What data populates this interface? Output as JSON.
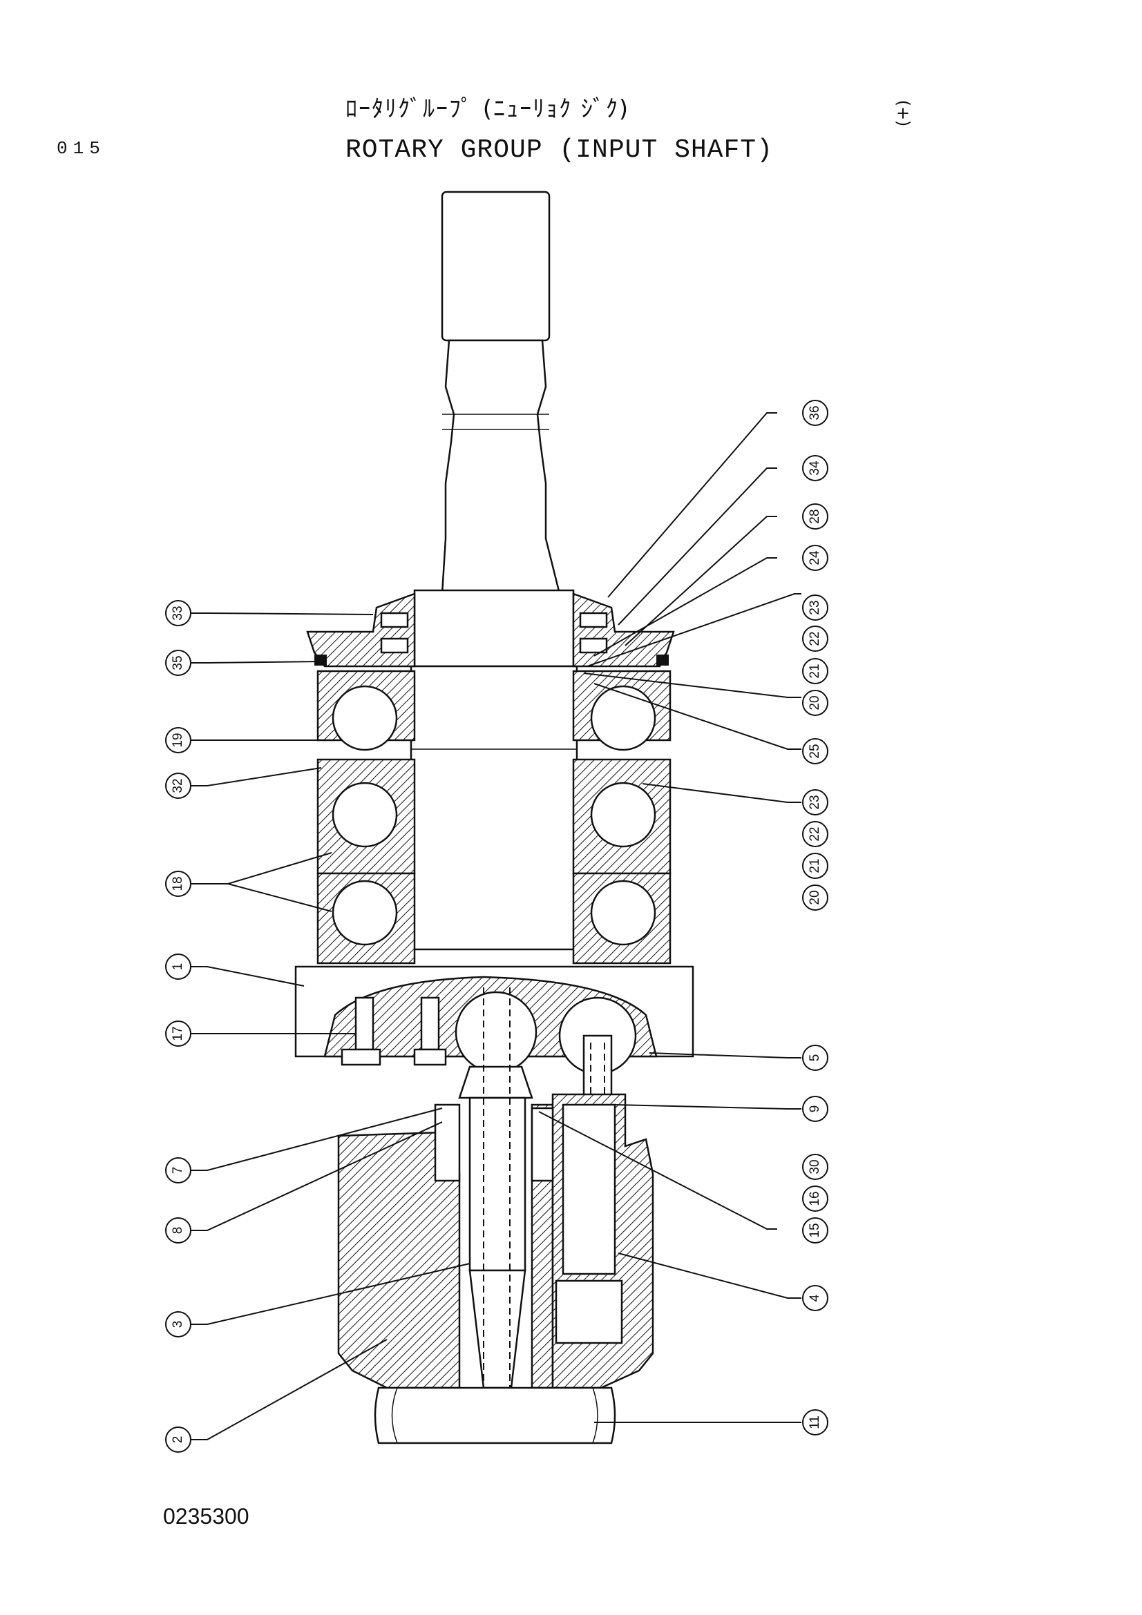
{
  "header": {
    "page_number": "015",
    "title_jp": "ﾛｰﾀﾘｸﾞﾙｰﾌﾟ (ﾆｭｰﾘｮｸ ｼﾞｸ)",
    "title_en": "ROTARY GROUP (INPUT SHAFT)",
    "corner_mark": "(+)"
  },
  "footer": {
    "drawing_code": "0235300"
  },
  "callouts": [
    {
      "id": "c36",
      "label": "36"
    },
    {
      "id": "c34",
      "label": "34"
    },
    {
      "id": "c28",
      "label": "28"
    },
    {
      "id": "c24",
      "label": "24"
    },
    {
      "id": "c23a",
      "label": "23"
    },
    {
      "id": "c22a",
      "label": "22"
    },
    {
      "id": "c21a",
      "label": "21"
    },
    {
      "id": "c20a",
      "label": "20"
    },
    {
      "id": "c25",
      "label": "25"
    },
    {
      "id": "c23b",
      "label": "23"
    },
    {
      "id": "c22b",
      "label": "22"
    },
    {
      "id": "c21b",
      "label": "21"
    },
    {
      "id": "c20b",
      "label": "20"
    },
    {
      "id": "c33",
      "label": "33"
    },
    {
      "id": "c35",
      "label": "35"
    },
    {
      "id": "c19",
      "label": "19"
    },
    {
      "id": "c32",
      "label": "32"
    },
    {
      "id": "c18",
      "label": "18"
    },
    {
      "id": "c1",
      "label": "1"
    },
    {
      "id": "c17",
      "label": "17"
    },
    {
      "id": "c5",
      "label": "5"
    },
    {
      "id": "c9",
      "label": "9"
    },
    {
      "id": "c7",
      "label": "7"
    },
    {
      "id": "c30",
      "label": "30"
    },
    {
      "id": "c16",
      "label": "16"
    },
    {
      "id": "c15",
      "label": "15"
    },
    {
      "id": "c8",
      "label": "8"
    },
    {
      "id": "c4",
      "label": "4"
    },
    {
      "id": "c3",
      "label": "3"
    },
    {
      "id": "c11",
      "label": "11"
    },
    {
      "id": "c2",
      "label": "2"
    }
  ]
}
